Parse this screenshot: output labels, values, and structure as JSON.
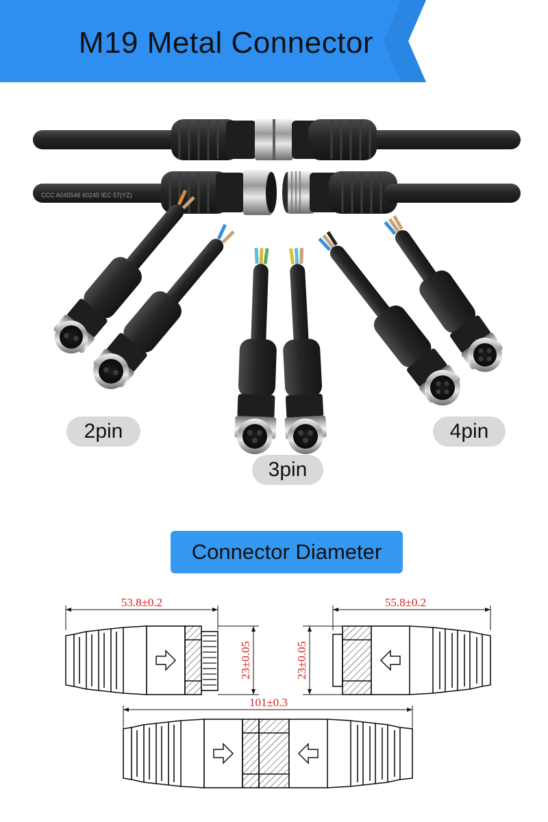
{
  "banner": {
    "title": "M19 Metal Connector",
    "color": "#2f8ff0"
  },
  "pin_labels": {
    "two": "2pin",
    "three": "3pin",
    "four": "4pin"
  },
  "section": {
    "label": "Connector Diameter",
    "color": "#3598f1"
  },
  "dimensions": {
    "left_length": "53.8±0.2",
    "left_diameter": "23±0.05",
    "right_length": "55.8±0.2",
    "right_diameter": "23±0.05",
    "combined_length": "101±0.3",
    "dimension_color": "#d8201c"
  },
  "cable_print": {
    "top": "CCC   A045546   60245   IEC   57(YZ)"
  }
}
